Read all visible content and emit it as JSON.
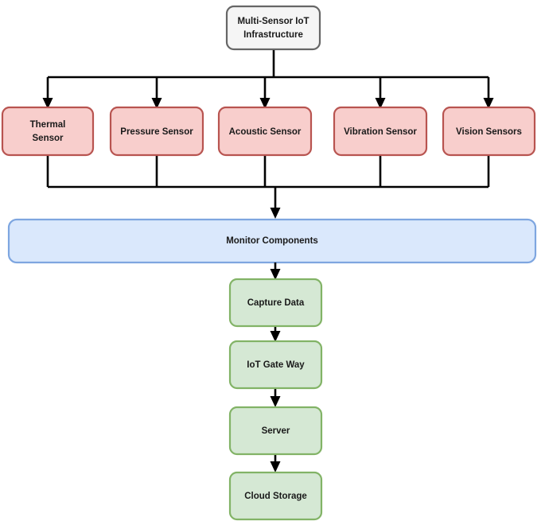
{
  "diagram": {
    "title_node": {
      "label": "Multi-Sensor IoT Infrastructure",
      "line1": "Multi-Sensor IoT",
      "line2": "Infrastructure",
      "fill": "#f5f5f5",
      "stroke": "#666666"
    },
    "sensors": {
      "fill": "#f8cecc",
      "stroke": "#b85450",
      "items": [
        {
          "label": "Thermal Sensor",
          "line1": "Thermal",
          "line2": "Sensor"
        },
        {
          "label": "Pressure Sensor",
          "line1": "Pressure Sensor",
          "line2": ""
        },
        {
          "label": "Acoustic Sensor",
          "line1": "Acoustic Sensor",
          "line2": ""
        },
        {
          "label": "Vibration Sensor",
          "line1": "Vibration Sensor",
          "line2": ""
        },
        {
          "label": "Vision Sensors",
          "line1": "Vision Sensors",
          "line2": ""
        }
      ]
    },
    "monitor_bar": {
      "label": "Monitor Components",
      "fill": "#dae8fc",
      "stroke": "#7ea6e0"
    },
    "pipeline": {
      "fill": "#d5e8d4",
      "stroke": "#82b366",
      "items": [
        {
          "label": "Capture Data"
        },
        {
          "label": "IoT Gate Way"
        },
        {
          "label": "Server"
        },
        {
          "label": "Cloud Storage"
        }
      ]
    },
    "connector_color": "#000000"
  }
}
